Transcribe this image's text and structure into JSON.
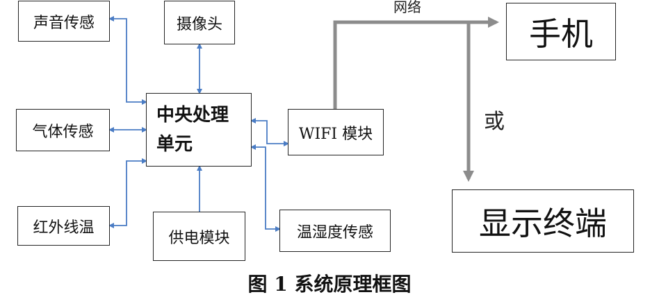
{
  "nodes": {
    "sound": "声音传感",
    "camera": "摄像头",
    "gas": "气体传感",
    "cpu_line1": "中央处理",
    "cpu_line2": "单元",
    "wifi": "WIFI 模块",
    "infrared": "红外线温",
    "power": "供电模块",
    "humidity": "温湿度传感",
    "phone": "手机",
    "display": "显示终端"
  },
  "edge_labels": {
    "network": "网络",
    "or": "或"
  },
  "caption": "图 1  系统原理框图",
  "colors": {
    "connector_blue": "#4a7cc4",
    "network_arrow_gray": "#8c8c8c",
    "box_border": "#222222"
  }
}
